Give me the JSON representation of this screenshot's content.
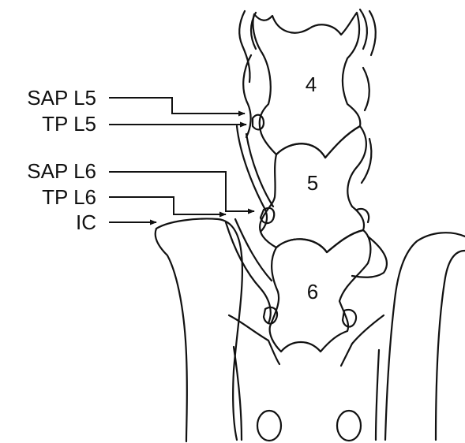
{
  "labels": {
    "sap_l5": "SAP L5",
    "tp_l5": "TP L5",
    "sap_l6": "SAP L6",
    "tp_l6": "TP L6",
    "ic": "IC"
  },
  "vertebrae": {
    "v4": "4",
    "v5": "5",
    "v6": "6"
  },
  "colors": {
    "line": "#111111",
    "background": "#ffffff"
  }
}
